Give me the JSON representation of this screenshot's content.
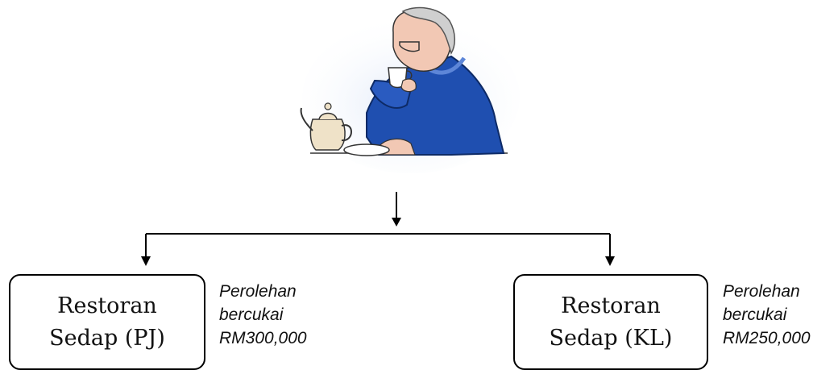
{
  "branches": [
    {
      "name_line1": "Restoran",
      "name_line2": "Sedap (PJ)",
      "note_line1": "Perolehan",
      "note_line2": "bercukai",
      "note_line3": "RM300,000"
    },
    {
      "name_line1": "Restoran",
      "name_line2": "Sedap (KL)",
      "note_line1": "Perolehan",
      "note_line2": "bercukai",
      "note_line3": "RM250,000"
    }
  ],
  "colors": {
    "sweater": "#1f4fb0",
    "skin": "#f2c8b4",
    "hair": "#cfcfcf",
    "teapot": "#efe2c8",
    "line": "#000000"
  }
}
